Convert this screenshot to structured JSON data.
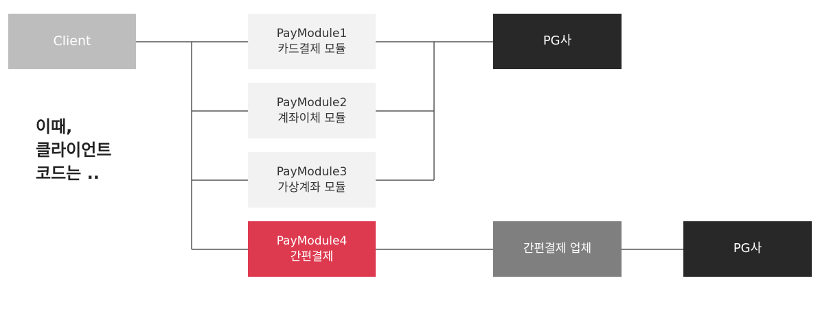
{
  "client": {
    "label": "Client"
  },
  "modules": [
    {
      "name": "PayModule1",
      "desc": "카드결제 모듈"
    },
    {
      "name": "PayModule2",
      "desc": "계좌이체 모듈"
    },
    {
      "name": "PayModule3",
      "desc": "가상계좌 모듈"
    },
    {
      "name": "PayModule4",
      "desc": "간편결제"
    }
  ],
  "pg_top": {
    "label": "PG사"
  },
  "vendor": {
    "label": "간편결제 업체"
  },
  "pg_bottom": {
    "label": "PG사"
  },
  "note": {
    "lines": [
      "이때,",
      "클라이언트",
      "코드는 .."
    ]
  },
  "colors": {
    "client": "#bdbdbd",
    "module": "#f2f2f2",
    "module_text": "#333333",
    "highlight": "#de3a4f",
    "pg": "#282828",
    "vendor": "#7f7f7f",
    "line": "#555555"
  }
}
